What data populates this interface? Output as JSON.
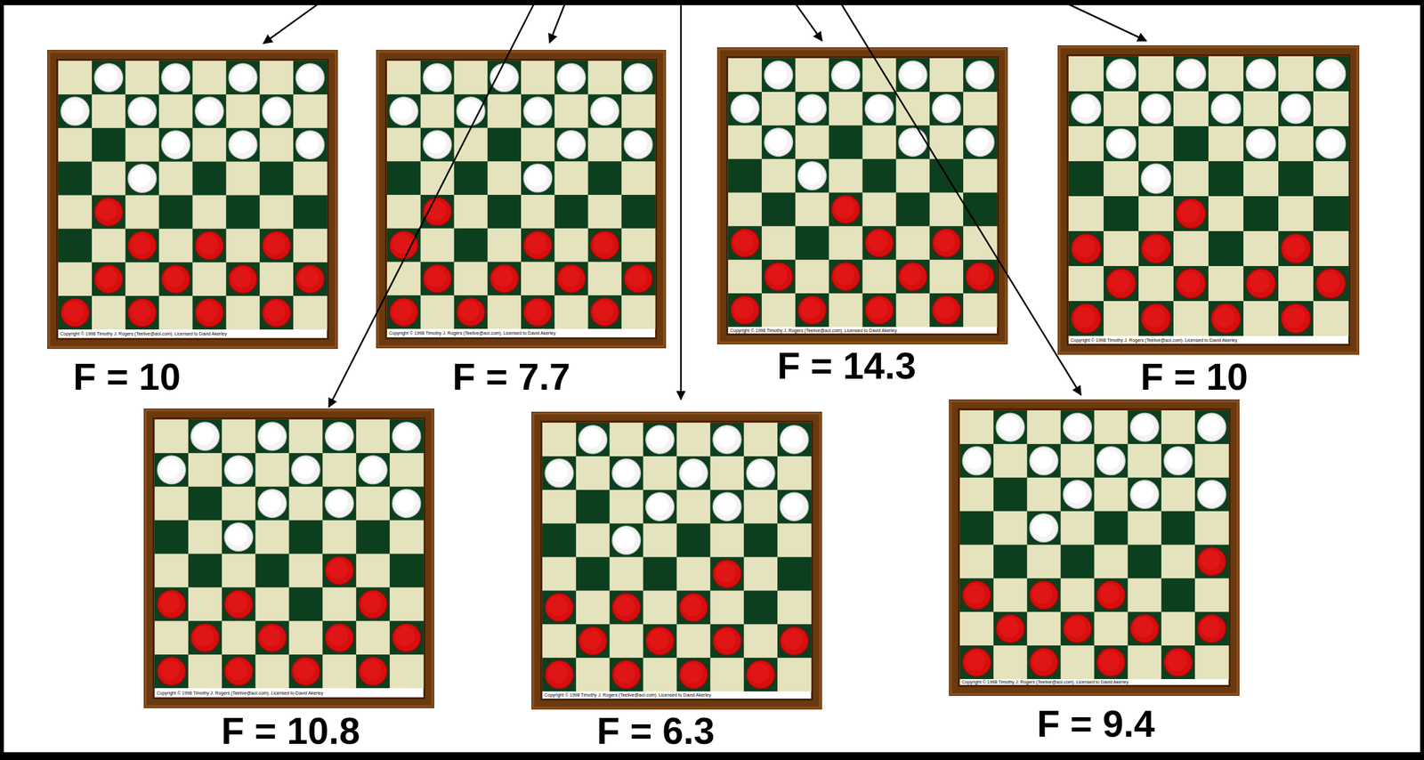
{
  "diagram": {
    "nodes": [
      {
        "text": [
          "F = 10"
        ]
      },
      {
        "text": [
          "F = 7.7"
        ]
      },
      {
        "text": [
          "F = 14.3"
        ]
      },
      {
        "text": [
          "F = 10"
        ]
      },
      {
        "text": [
          "F = 10.8"
        ]
      },
      {
        "text": [
          "F = 6.3"
        ]
      },
      {
        "text": [
          "F = 9.4"
        ]
      }
    ],
    "labels": [
      "Copyright © 1998 Timothy J. Rogers (Teelive@aol.com). Licensed to David Akerley",
      "Copyright © 1998 Timothy J. Rogers (Teelive@aol.com). Licensed to David Akerley",
      "Copyright © 1998 Timothy J. Rogers (Teelive@aol.com). Licensed to David Akerley",
      "Copyright © 1998 Timothy J. Rogers (Teelive@aol.com). Licensed to David Akerley",
      "Copyright © 1998 Timothy J. Rogers (Teelive@aol.com). Licensed to David Akerley",
      "Copyright © 1998 Timothy J. Rogers (Teelive@aol.com). Licensed to David Akerley",
      "Copyright © 1998 Timothy J. Rogers (Teelive@aol.com). Licensed to David Akerley"
    ]
  }
}
